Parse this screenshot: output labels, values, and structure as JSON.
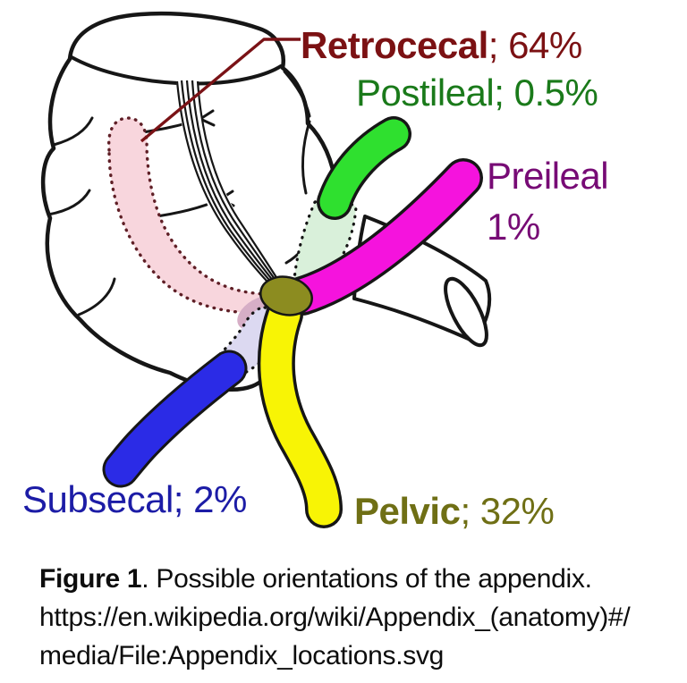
{
  "figure": {
    "orientations": [
      {
        "label": "Retrocecal",
        "suffix": "; 64%",
        "percent": 64,
        "text_color": "#7b1113",
        "shape_color": "#f8d6dd",
        "shape_style": "dashed-hidden-behind-cecum"
      },
      {
        "label": "Postileal",
        "suffix": "; 0.5%",
        "percent": 0.5,
        "text_color": "#1a7a1a",
        "shape_color": "#2fe02f",
        "hidden_color": "#d9f0da"
      },
      {
        "label": "Preileal",
        "suffix": "",
        "value_line": "1%",
        "percent": 1,
        "text_color": "#770b75",
        "shape_color": "#f513dd"
      },
      {
        "label": "Subsecal",
        "suffix": "; 2%",
        "percent": 2,
        "text_color": "#1c1ca6",
        "shape_color": "#2b2be6",
        "hidden_color": "#dcd9f1"
      },
      {
        "label": "Pelvic",
        "suffix": "; 32%",
        "percent": 32,
        "text_color": "#6f6f15",
        "shape_color": "#f8f405"
      }
    ],
    "junction_color": "#8c8c20",
    "overlap_color": "#d6aec6",
    "leader_color": "#7a1216",
    "outline_color": "#161616",
    "caption": {
      "bold_prefix": "Figure 1",
      "title_rest": ". Possible orientations of the appendix.",
      "url_line1": "https://en.wikipedia.org/wiki/Appendix_(anatomy)#/",
      "url_line2": "media/File:Appendix_locations.svg"
    }
  }
}
